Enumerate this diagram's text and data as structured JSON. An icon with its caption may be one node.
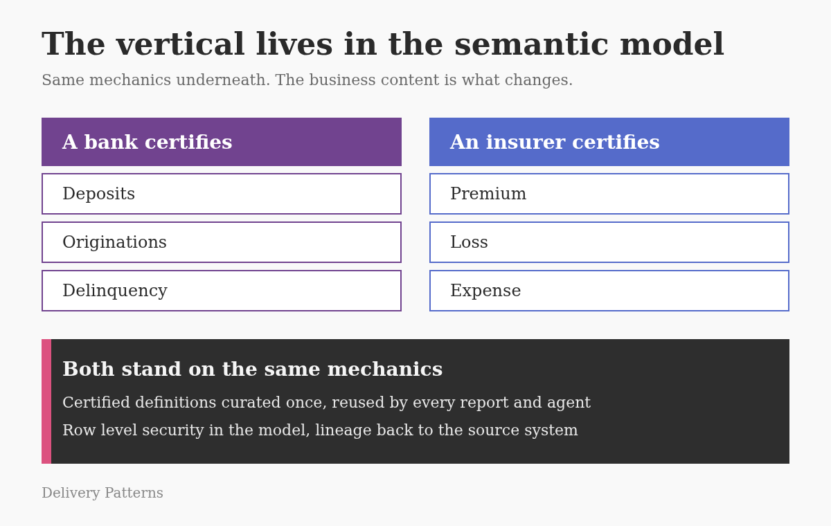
{
  "diagram": {
    "title": "The vertical lives in the semantic model",
    "nodes": [
      {
        "text": [
          "A bank certifies"
        ]
      },
      {
        "text": [
          "Deposits"
        ]
      },
      {
        "text": [
          "Originations"
        ]
      },
      {
        "text": [
          "Delinquency"
        ]
      },
      {
        "text": [
          "An insurer certifies"
        ]
      },
      {
        "text": [
          "Premium"
        ]
      },
      {
        "text": [
          "Loss"
        ]
      },
      {
        "text": [
          "Expense"
        ]
      },
      {
        "text": [
          "Both stand on the same mechanics",
          "Certified definitions curated once, reused by every report and agent",
          "Row level security in the model, lineage back to the source system"
        ]
      }
    ],
    "edges": [],
    "labels": [
      "Same mechanics underneath. The business content is what changes.",
      "Delivery Patterns"
    ]
  }
}
